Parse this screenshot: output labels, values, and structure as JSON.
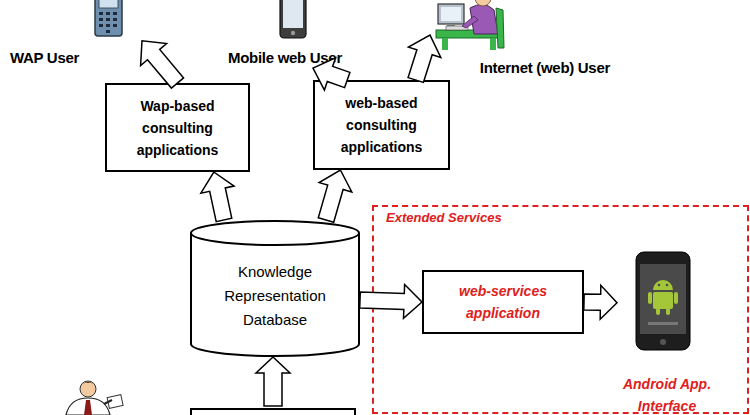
{
  "diagram": {
    "nodes": [
      {
        "text": [
          "WAP User"
        ]
      },
      {
        "text": [
          "Mobile web User"
        ]
      },
      {
        "text": [
          "Internet (web) User"
        ]
      },
      {
        "text": [
          "Wap-based consulting applications"
        ]
      },
      {
        "text": [
          "web-based consulting applications"
        ]
      },
      {
        "text": [
          "Knowledge Representation Database"
        ]
      },
      {
        "text": [
          "Extended Services"
        ]
      },
      {
        "text": [
          "web-services application"
        ],
        "in": 6
      },
      {
        "text": [
          "Android App. Interface"
        ],
        "in": 6
      }
    ],
    "edges": [
      {
        "from": 3,
        "to": 0,
        "arrow": "to"
      },
      {
        "from": 4,
        "to": 1,
        "arrow": "to"
      },
      {
        "from": 4,
        "to": 2,
        "arrow": "to"
      },
      {
        "from": 5,
        "to": 3,
        "arrow": "to"
      },
      {
        "from": 5,
        "to": 4,
        "arrow": "to"
      },
      {
        "from": 5,
        "to": 7,
        "arrow": "to"
      },
      {
        "from": 7,
        "to": 8,
        "arrow": "to"
      }
    ]
  }
}
